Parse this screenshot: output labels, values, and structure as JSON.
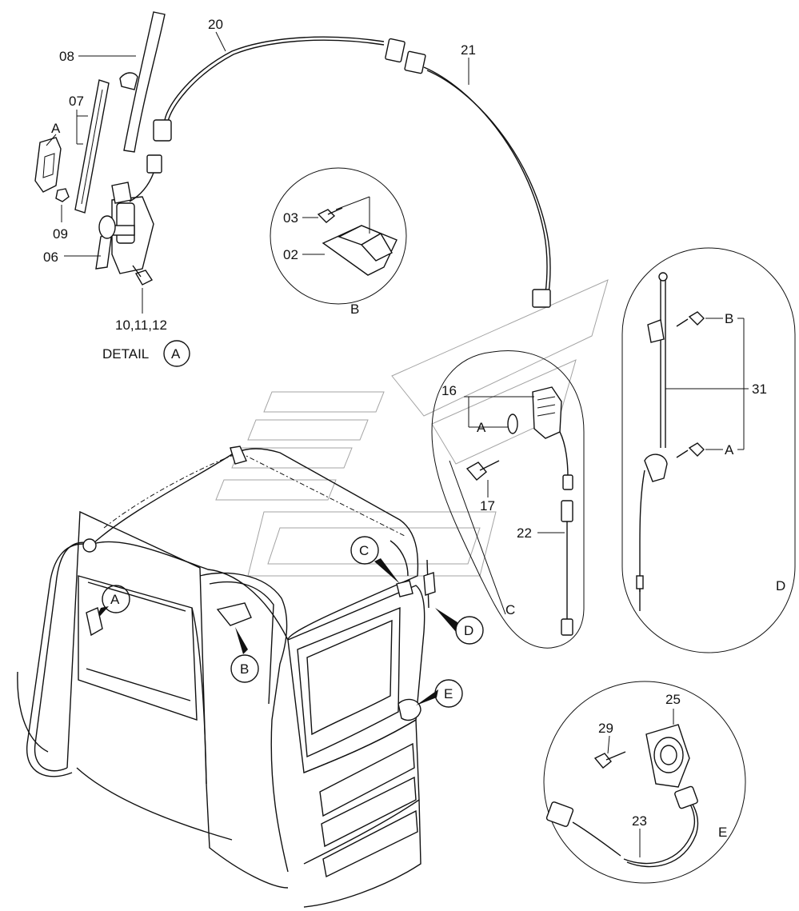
{
  "detail_caption": {
    "text": "DETAIL",
    "letter": "A"
  },
  "detail_a_labels": {
    "p08": "08",
    "p07": "07",
    "a": "A",
    "p09": "09",
    "p06": "06",
    "p10_11_12": "10,11,12"
  },
  "harness_labels": {
    "p20": "20",
    "p21": "21"
  },
  "detail_b_labels": {
    "p03": "03",
    "p02": "02",
    "circle": "B"
  },
  "detail_c_labels": {
    "p16": "16",
    "a": "A",
    "p17": "17",
    "p22": "22",
    "circle": "C"
  },
  "detail_d_labels": {
    "b": "B",
    "p31": "31",
    "a": "A",
    "circle": "D"
  },
  "detail_e_labels": {
    "p25": "25",
    "p29": "29",
    "p23": "23",
    "circle": "E"
  },
  "cab_markers": {
    "a": "A",
    "b": "B",
    "c": "C",
    "d": "D",
    "e": "E"
  }
}
